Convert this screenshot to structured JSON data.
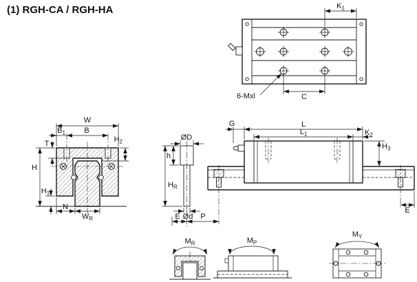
{
  "title": "(1) RGH-CA / RGH-HA",
  "colors": {
    "ink": "#1a1a1a",
    "paper": "#ffffff"
  },
  "dims": {
    "K1": {
      "b": "K",
      "s": "1"
    },
    "C": {
      "b": "C",
      "s": ""
    },
    "note_holes": "6-Mxl",
    "W": {
      "b": "W",
      "s": ""
    },
    "B1": {
      "b": "B",
      "s": "1"
    },
    "B": {
      "b": "B",
      "s": ""
    },
    "H2": {
      "b": "H",
      "s": "2"
    },
    "T": {
      "b": "T",
      "s": ""
    },
    "H": {
      "b": "H",
      "s": ""
    },
    "H1": {
      "b": "H",
      "s": "1"
    },
    "N": {
      "b": "N",
      "s": ""
    },
    "WR": {
      "b": "W",
      "s": "R"
    },
    "G": {
      "b": "G",
      "s": ""
    },
    "L": {
      "b": "L",
      "s": ""
    },
    "L1": {
      "b": "L",
      "s": "1"
    },
    "K2": {
      "b": "K",
      "s": "2"
    },
    "H3": {
      "b": "H",
      "s": "3"
    },
    "E": {
      "b": "E",
      "s": ""
    },
    "P": {
      "b": "P",
      "s": ""
    },
    "OD": {
      "b": "ØD",
      "s": ""
    },
    "Od": {
      "b": "Ød",
      "s": ""
    },
    "h": {
      "b": "h",
      "s": ""
    },
    "HR": {
      "b": "H",
      "s": "R"
    },
    "MR": {
      "b": "M",
      "s": "R"
    },
    "MP": {
      "b": "M",
      "s": "P"
    },
    "MY": {
      "b": "M",
      "s": "Y"
    }
  }
}
